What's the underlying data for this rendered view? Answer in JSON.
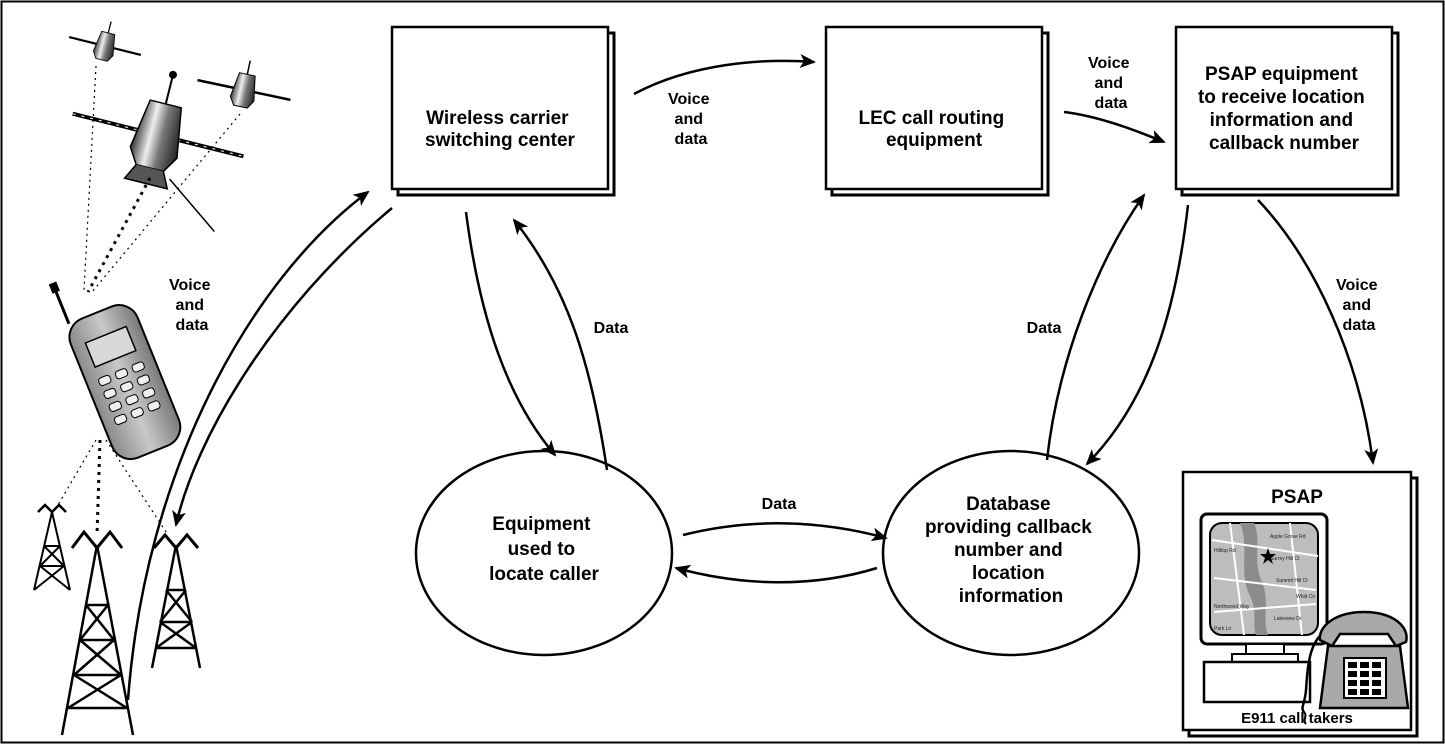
{
  "nodes": {
    "wireless_switching": {
      "lines": [
        "Wireless carrier",
        "switching center"
      ]
    },
    "lec_routing": {
      "lines": [
        "LEC call routing",
        "equipment"
      ]
    },
    "psap_equipment": {
      "lines": [
        "PSAP equipment",
        "to receive location",
        "information and",
        "callback number"
      ]
    },
    "locate_equipment": {
      "lines": [
        "Equipment",
        "used to",
        "locate caller"
      ]
    },
    "database": {
      "lines": [
        "Database",
        "providing callback",
        "number and",
        "location",
        "information"
      ]
    },
    "psap": {
      "title": "PSAP",
      "caption": "E911 call takers"
    }
  },
  "edges": {
    "voice_and_data": [
      "Voice",
      "and",
      "data"
    ],
    "data": "Data"
  },
  "map_streets": [
    "Apple Grove Rd",
    "Hilltop Rd",
    "Surrey Hill Ct",
    "Summit Hill Ct",
    "Whitt Cir",
    "Northwood Way",
    "Lakeview Dr",
    "Park Ln"
  ],
  "colors": {
    "ink": "#000000",
    "paper": "#ffffff",
    "map_gray": "#bdbdbd",
    "water": "#8c8c8c",
    "phone_gray": "#a9a9a9"
  }
}
